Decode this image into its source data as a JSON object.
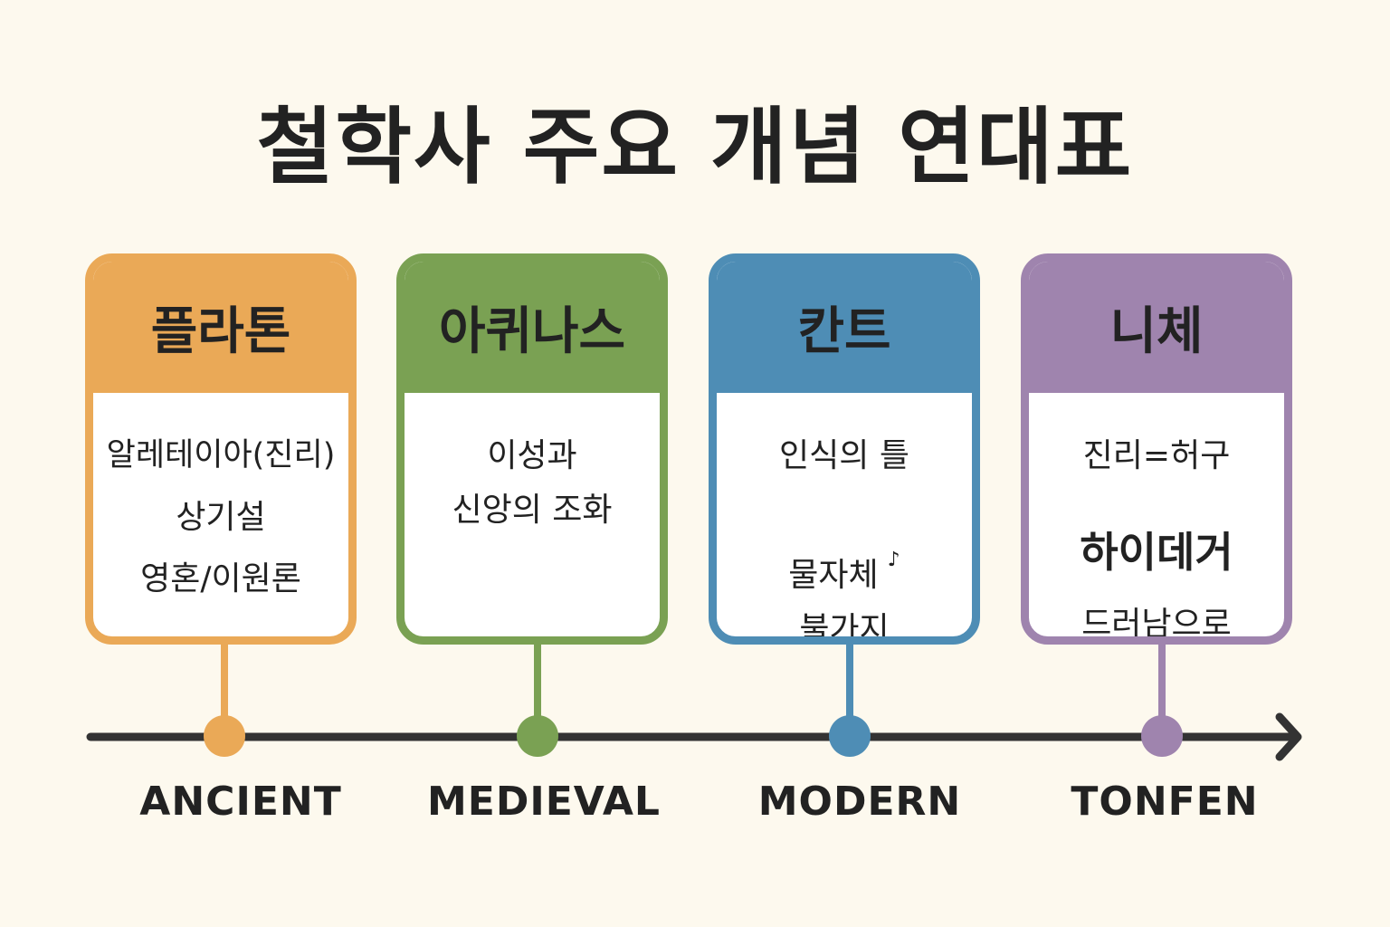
{
  "title": "철학사 주요 개념 연대표",
  "periods": [
    {
      "name": "플라톤",
      "color": "#eaa957",
      "concepts": [
        "알레테이아(진리)",
        "상기설",
        "영혼/이원론"
      ],
      "era": "ANCIENT"
    },
    {
      "name": "아퀴나스",
      "color": "#7aa153",
      "concepts": [
        "이성과",
        "신앙의 조화"
      ],
      "era": "MEDIEVAL"
    },
    {
      "name": "칸트",
      "color": "#4e8db5",
      "concepts": [
        "인식의 틀",
        "물자체",
        "불가지"
      ],
      "era": "MODERN"
    },
    {
      "name": "니체",
      "color": "#9f84ae",
      "concepts": [
        "진리=허구",
        "하이데거",
        "드러남으로"
      ],
      "era": "TONFEN"
    }
  ],
  "timeline_color": "#333333",
  "icons": [
    "timeline-arrow-icon",
    "music-note-icon"
  ]
}
